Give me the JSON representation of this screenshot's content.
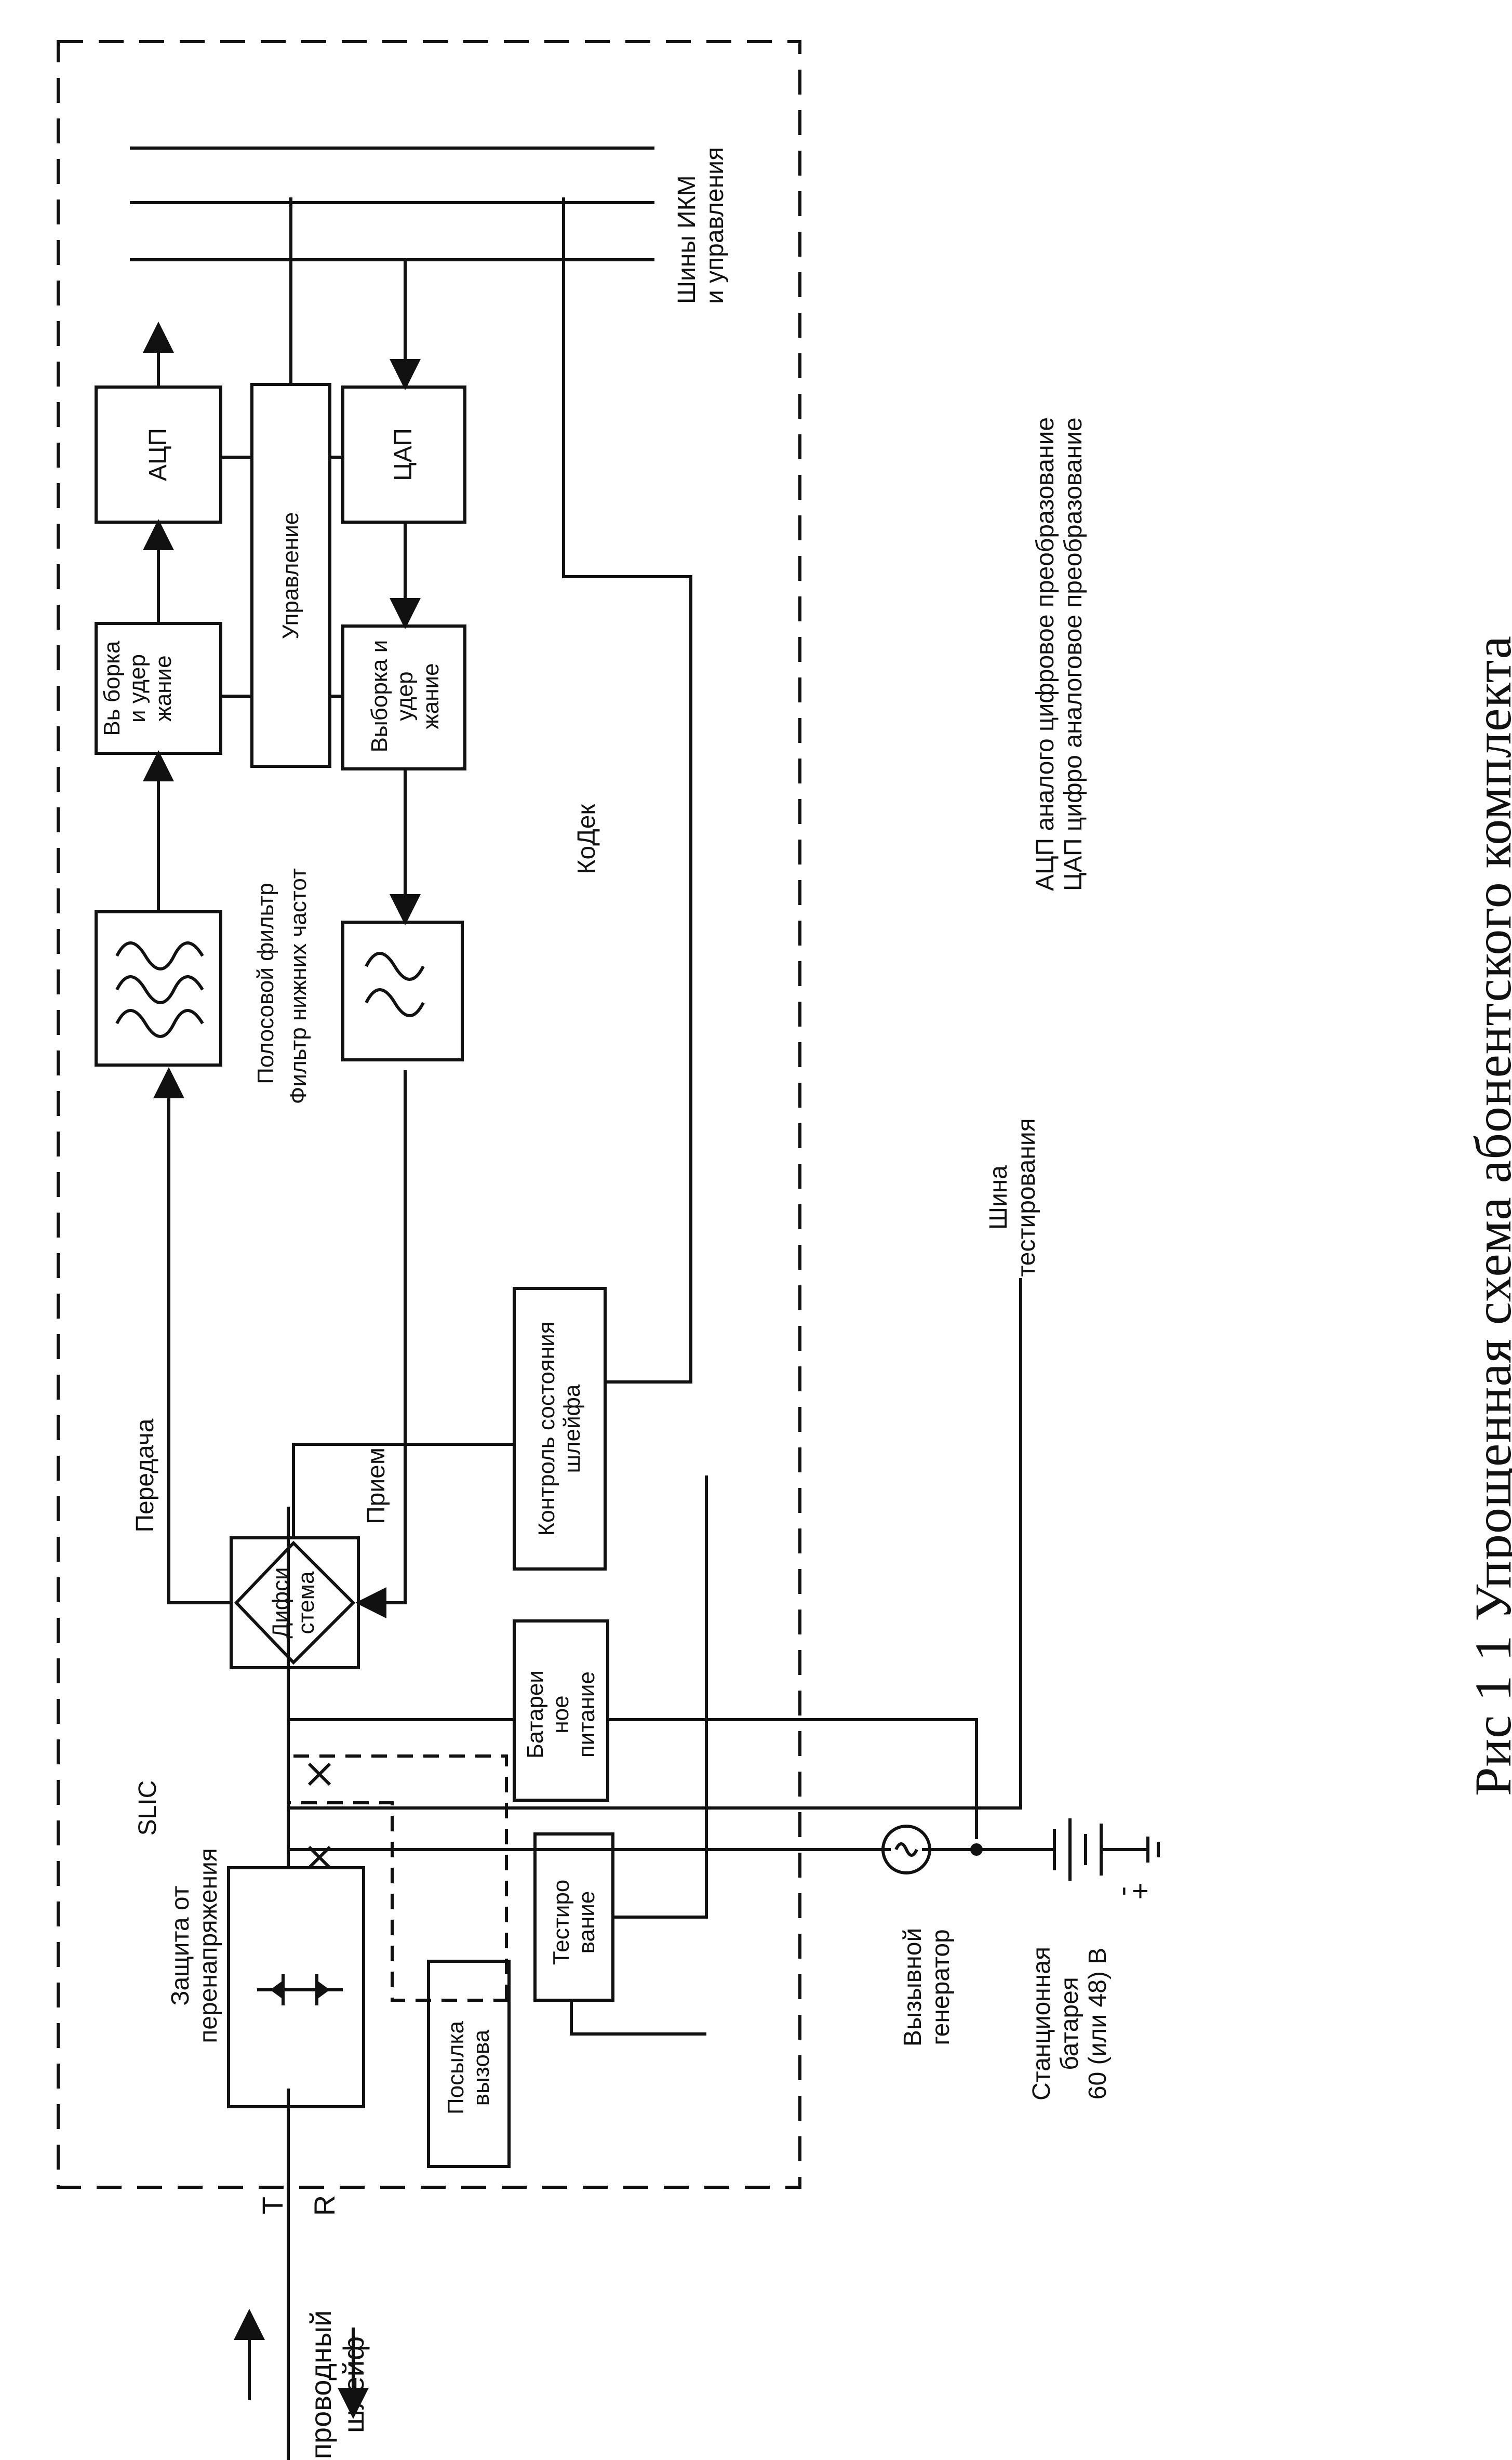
{
  "line_labels": {
    "loop": [
      "проводный",
      "шлейф"
    ],
    "t": "T",
    "r": "R"
  },
  "blocks": {
    "slic": "SLIC",
    "protection": [
      "Защита от",
      "перенапряжения"
    ],
    "ringing_send": [
      "Посылка",
      "вызова"
    ],
    "testing": [
      "Тестиро",
      "вание"
    ],
    "battery_power": [
      "Батареи",
      "ное",
      "питание"
    ],
    "hybrid": [
      "Дифси",
      "стема"
    ],
    "transmit": "Передача",
    "receive": "Прием",
    "loop_monitor": [
      "Контроль состояния",
      "шлейфа"
    ],
    "bandpass_filter": "Полосовой фильтр",
    "lowpass_filter": "Фильтр нижних частот",
    "sample_hold_tx": [
      "Вь борка",
      "и удер",
      "жание"
    ],
    "sample_hold_rx": [
      "Выборка и",
      "удер",
      "жание"
    ],
    "control": "Управление",
    "adc": "АЦП",
    "dac": "ЦАП",
    "codec": "КоДек",
    "buses": [
      "Шины ИКМ",
      "и управления"
    ]
  },
  "legend": [
    "АЦП   аналого  цифровое преобразование",
    "ЦАП   цифро  аналоговое преобразование"
  ],
  "external": {
    "test_bus": [
      "Шина",
      "тестирования"
    ],
    "ring_generator": [
      "Вызывной",
      "генератор"
    ],
    "battery": [
      "Станционная",
      "батарея",
      "60 (или 48) В"
    ],
    "minus": "-",
    "plus": "+"
  },
  "caption": "Рис  1 1  Упрощенная схема абонентского комплекта"
}
